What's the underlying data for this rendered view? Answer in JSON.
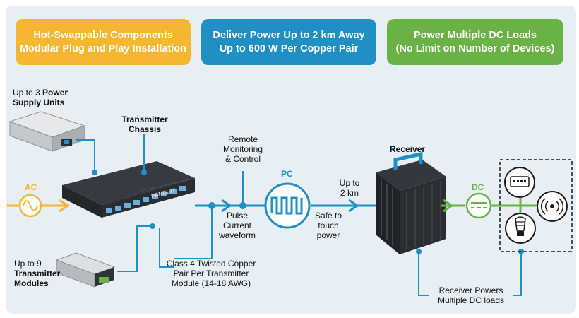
{
  "banners": [
    {
      "line1": "Hot-Swappable Components",
      "line2": "Modular Plug and Play Installation",
      "color": "#f5b731"
    },
    {
      "line1": "Deliver Power Up to 2 km Away",
      "line2": "Up to 600 W Per Copper Pair",
      "color": "#1f8fc4"
    },
    {
      "line1": "Power Multiple DC Loads",
      "line2": "(No Limit on Number of Devices)",
      "color": "#6ab245"
    }
  ],
  "labels": {
    "psu_prefix": "Up to 3 ",
    "psu_bold1": "Power",
    "psu_bold2": "Supply Units",
    "chassis1": "Transmitter",
    "chassis2": "Chassis",
    "modules1": "Up to 9",
    "modules2": "Transmitter",
    "modules3": "Modules",
    "cable1": "Class 4 Twisted Copper",
    "cable2": "Pair Per Transmitter",
    "cable3": "Module (14-18 AWG)",
    "remote1": "Remote",
    "remote2": "Monitoring",
    "remote3": "& Control",
    "pulse1": "Pulse",
    "pulse2": "Current",
    "pulse3": "waveform",
    "distance1": "Up to",
    "distance2": "2 km",
    "safe1": "Safe to",
    "safe2": "touch",
    "safe3": "power",
    "receiver": "Receiver",
    "loads1": "Receiver Powers",
    "loads2": "Multiple DC loads",
    "brand": "PANDUIT"
  },
  "symbols": {
    "ac": "AC",
    "pc": "PC",
    "dc": "DC"
  },
  "colors": {
    "ac": "#f5b731",
    "pc": "#1f8fc4",
    "dc": "#6ab245",
    "line": "#1f8fc4",
    "chassis": "#2c3036"
  },
  "icons": [
    "network-switch-icon",
    "wireless-access-point-icon",
    "led-bulb-icon"
  ]
}
